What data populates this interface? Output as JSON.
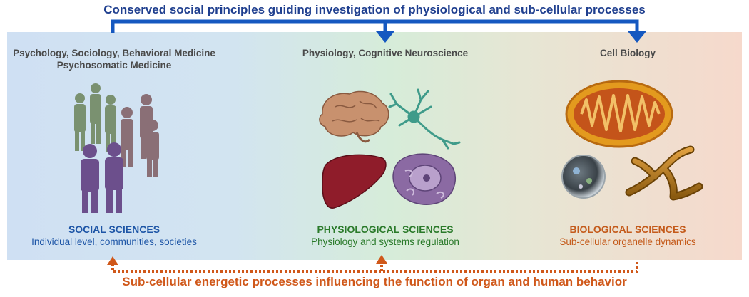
{
  "top_banner": "Conserved social principles guiding investigation of physiological and sub-cellular processes",
  "bottom_banner": "Sub-cellular energetic processes influencing the function of organ and human behavior",
  "panels": [
    {
      "heading_line1": "Psychology, Sociology, Behavioral Medicine",
      "heading_line2": "Psychosomatic Medicine",
      "category": "SOCIAL SCIENCES",
      "description": "Individual level, communities, societies",
      "color": "#1d55a6"
    },
    {
      "heading_line1": "Physiology, Cognitive Neuroscience",
      "category": "PHYSIOLOGICAL SCIENCES",
      "description": "Physiology and systems regulation",
      "color": "#2a7a2a"
    },
    {
      "heading_line1": "Cell Biology",
      "category": "BIOLOGICAL SCIENCES",
      "description": "Sub-cellular organelle dynamics",
      "color": "#c45a1a"
    }
  ],
  "colors": {
    "top_arrow": "#1558c0",
    "bottom_arrow": "#d0581a",
    "panel_left": "#cfe0f3",
    "panel_mid": "#d6ecd9",
    "panel_right": "#f6d9cc"
  },
  "icons": [
    "people-silhouettes-icon",
    "brain-icon",
    "neuron-icon",
    "liver-icon",
    "cell-icon",
    "mitochondrion-icon",
    "vesicle-icon",
    "tubular-network-icon"
  ]
}
